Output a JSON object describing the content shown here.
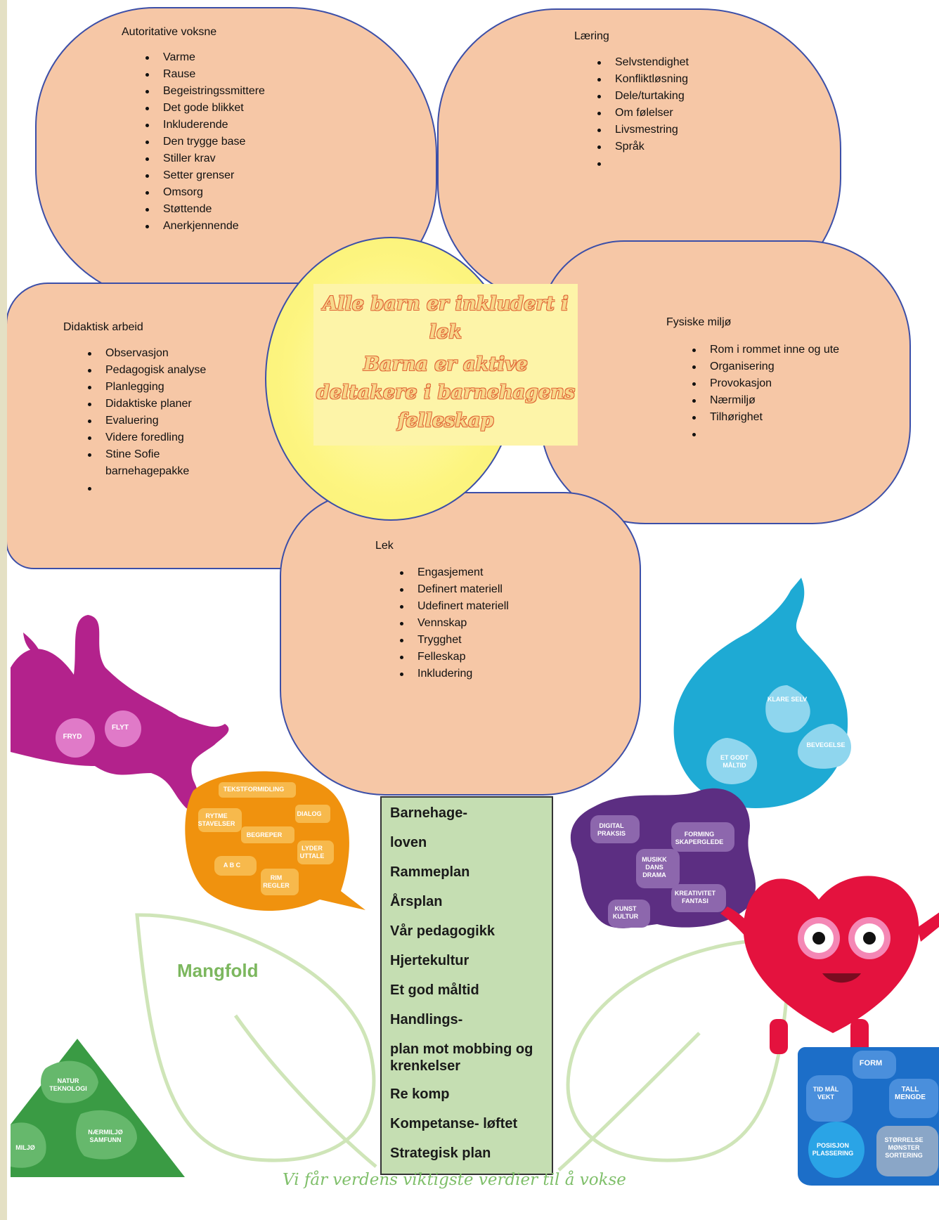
{
  "petals": {
    "autoritative": {
      "title": "Autoritative voksne",
      "items": [
        "Varme",
        "Rause",
        "Begeistringssmittere",
        "Det gode blikket",
        "Inkluderende",
        "Den trygge base",
        "Stiller krav",
        "Setter grenser",
        "Omsorg",
        "Støttende",
        "Anerkjennende"
      ]
    },
    "laering": {
      "title": "Læring",
      "items": [
        "Selvstendighet",
        "Konfliktløsning",
        "Dele/turtaking",
        "Om følelser",
        "Livsmestring",
        "Språk",
        ""
      ]
    },
    "didaktisk": {
      "title": "Didaktisk arbeid",
      "items": [
        "Observasjon",
        "Pedagogisk analyse",
        "Planlegging",
        "Didaktiske planer",
        "Evaluering",
        "Videre foredling",
        "Stine Sofie barnehagepakke",
        ""
      ]
    },
    "fysiske": {
      "title": "Fysiske miljø",
      "items": [
        "Rom i rommet inne og ute",
        "Organisering",
        "Provokasjon",
        "Nærmiljø",
        "Tilhørighet",
        ""
      ]
    },
    "lek": {
      "title": "Lek",
      "items": [
        "Engasjement",
        "Definert materiell",
        "Udefinert materiell",
        "Vennskap",
        "Trygghet",
        "Felleskap",
        "Inkludering"
      ]
    }
  },
  "center": {
    "line1": "Alle barn er inkludert i lek",
    "line2": "Barna er aktive deltakere i barnehagens felleskap"
  },
  "documents": [
    "Barnehage-",
    "loven",
    "Rammeplan",
    "Årsplan",
    "Vår pedagogikk",
    "Hjertekultur",
    "Et god måltid",
    "Handlings-",
    "plan mot mobbing og krenkelser",
    "Re komp",
    "Kompetanse- løftet",
    "Strategisk plan"
  ],
  "mangfold": "Mangfold",
  "tagline": "Vi får verdens viktigste verdier til å vokse",
  "figures": {
    "magenta": [
      "FRYD",
      "FLYT"
    ],
    "orange": [
      "TEKSTFORMIDLING",
      "RYTME STAVELSER",
      "DIALOG",
      "BEGREPER",
      "LYDER UTTALE",
      "A B C",
      "RIM REGLER"
    ],
    "blue_drop": [
      "KLARE SELV",
      "BEVEGELSE",
      "ET GODT MÅLTID"
    ],
    "purple": [
      "DIGITAL PRAKSIS",
      "FORMING SKAPERGLEDE",
      "MUSIKK DANS DRAMA",
      "KREATIVITET FANTASI",
      "KUNST KULTUR"
    ],
    "green_triangle": [
      "NATUR TEKNOLOGI",
      "NÆRMILJØ SAMFUNN",
      "MILJØ"
    ],
    "blue_square": [
      "FORM",
      "TID MÅL VEKT",
      "TALL MENGDE",
      "POSISJON PLASSERING",
      "STØRRELSE MØNSTER SORTERING"
    ]
  },
  "colors": {
    "petal": "#f6c7a6",
    "petal_border": "#3c4fa8",
    "center": "#fdf580",
    "documents_bg": "#c5deb2",
    "leaf": "#cfe5b8",
    "magenta": "#b3228c",
    "orange": "#f0920e",
    "blue_drop": "#1eaad4",
    "purple": "#5c2e82",
    "heart": "#e4123e",
    "green": "#3a9b44",
    "blue_square": "#1c6ec8"
  }
}
